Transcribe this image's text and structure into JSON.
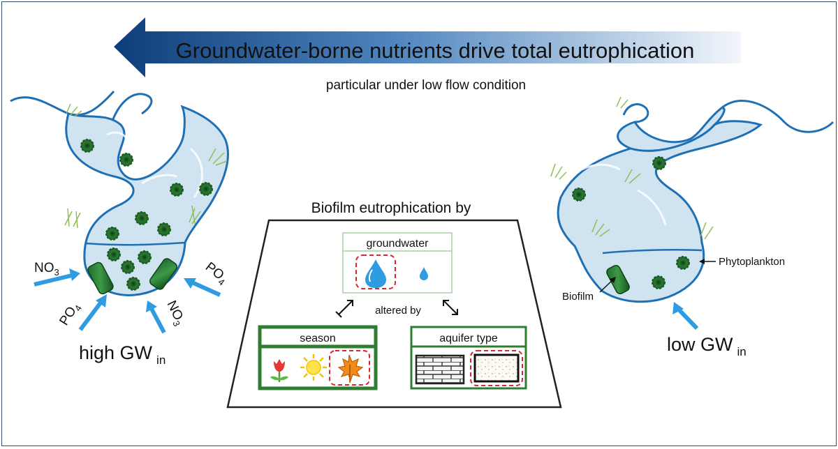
{
  "title": "Groundwater-borne nutrients drive total eutrophication",
  "subtitle": "particular under low flow condition",
  "center_box": {
    "heading": "Biofilm eutrophication by",
    "groundwater_label": "groundwater",
    "altered_by_label": "altered by",
    "season_label": "season",
    "aquifer_label": "aquifer type"
  },
  "left_river": {
    "gw_label": "high GW",
    "gw_sub": "in",
    "arrows": [
      {
        "chem": "NO",
        "sub": "3"
      },
      {
        "chem": "PO",
        "sub": "4"
      },
      {
        "chem": "NO",
        "sub": "3"
      },
      {
        "chem": "PO",
        "sub": "4"
      }
    ]
  },
  "right_river": {
    "gw_label": "low GW",
    "gw_sub": "in",
    "phytoplankton_label": "Phytoplankton",
    "biofilm_label": "Biofilm"
  },
  "colors": {
    "title_arrow_dark": "#0d3d7a",
    "title_arrow_light": "#e8f0f8",
    "river_outline": "#1f6fb5",
    "river_fill": "#cfe3f1",
    "gw_arrow": "#2f9be0",
    "alga": "#1f6b2a",
    "box_border_green": "#2e7d32",
    "highlight_dash": "#d9262a"
  },
  "icons": [
    "flower-icon",
    "sun-icon",
    "maple-leaf-icon",
    "large-droplet-icon",
    "small-droplet-icon",
    "limestone-aquifer-icon",
    "sand-aquifer-icon"
  ]
}
